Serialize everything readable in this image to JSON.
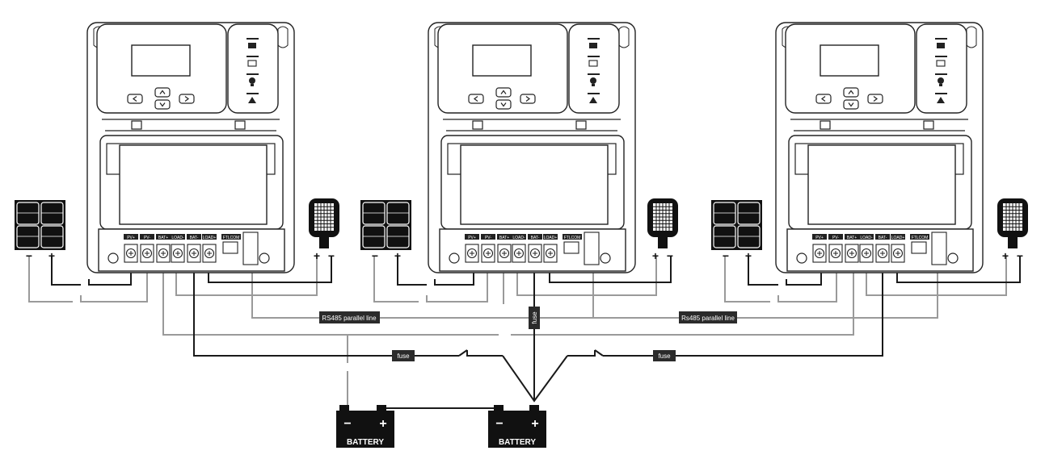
{
  "controller": {
    "terminal_labels": [
      "PV+",
      "PV-",
      "BAT+",
      "LOAD-",
      "BAT-",
      "LOAD+"
    ],
    "port_label": "FTLCOM",
    "indicator_icons": [
      "display-mode-icon",
      "battery-status-icon",
      "load-bulb-icon",
      "warning-icon"
    ],
    "button_icons": [
      "left-chevron-icon",
      "up-chevron-icon",
      "down-chevron-icon",
      "right-chevron-icon"
    ]
  },
  "labels": {
    "rs485_left": "RS485 parallel line",
    "rs485_right": "Rs485 parallel line",
    "fuse": "fuse",
    "plus": "+",
    "minus": "−"
  },
  "batteries": [
    {
      "label": "BATTERY",
      "neg": "−",
      "pos": "+"
    },
    {
      "label": "BATTERY",
      "neg": "−",
      "pos": "+"
    }
  ],
  "colors": {
    "line_black": "#1a1a1a",
    "line_gray": "#9a9a9a",
    "label_bg": "#2b2b2b",
    "label_fg": "#ffffff"
  }
}
